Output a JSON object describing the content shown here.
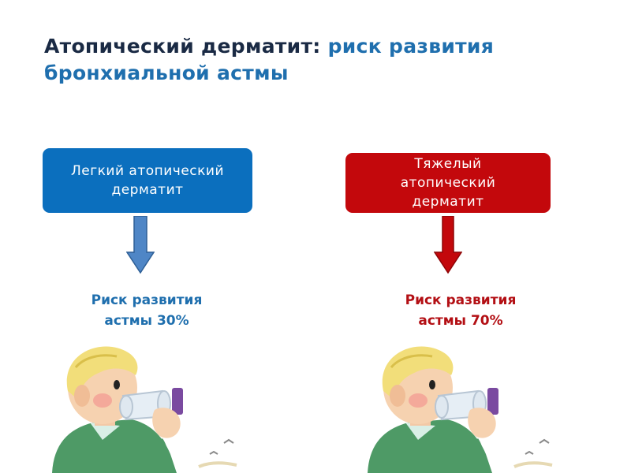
{
  "title": {
    "part1": "Атопический дерматит",
    "colon": ":",
    "part2": " риск развития бронхиальной астмы"
  },
  "left": {
    "box_line1": "Легкий атопический",
    "box_line2": "дерматит",
    "risk_line1": "Риск развития",
    "risk_line2": "астмы 30%",
    "color": "#0b6fbe"
  },
  "right": {
    "box_line1": "Тяжелый",
    "box_line2": "атопический",
    "box_line3": "дерматит",
    "risk_line1": "Риск развития",
    "risk_line2": "астмы 70%",
    "color": "#c3080c"
  }
}
